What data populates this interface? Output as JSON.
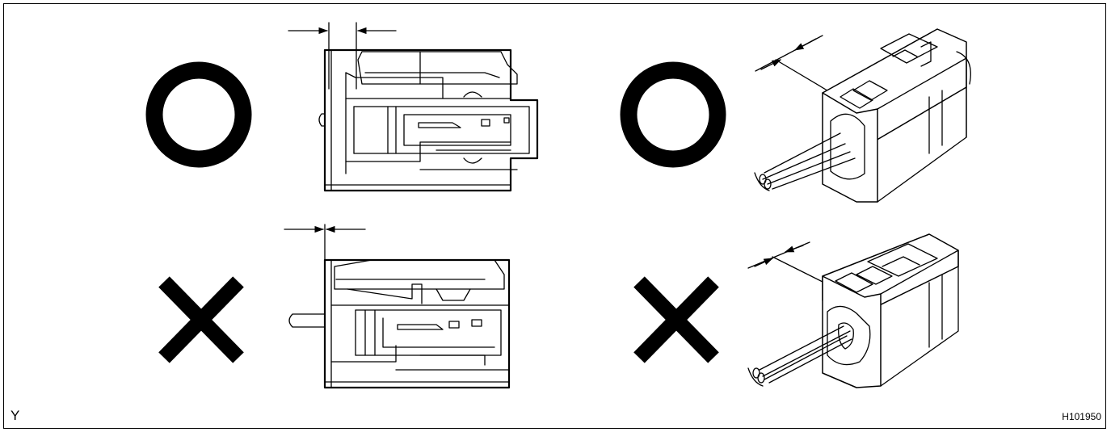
{
  "figure": {
    "left_code": "Y",
    "right_code": "H101950"
  },
  "marks": {
    "top_row": "correct",
    "bottom_row": "incorrect"
  },
  "icons": {
    "correct": "circle-o-icon",
    "incorrect": "cross-x-icon"
  },
  "colors": {
    "line": "#000000",
    "background": "#ffffff"
  }
}
